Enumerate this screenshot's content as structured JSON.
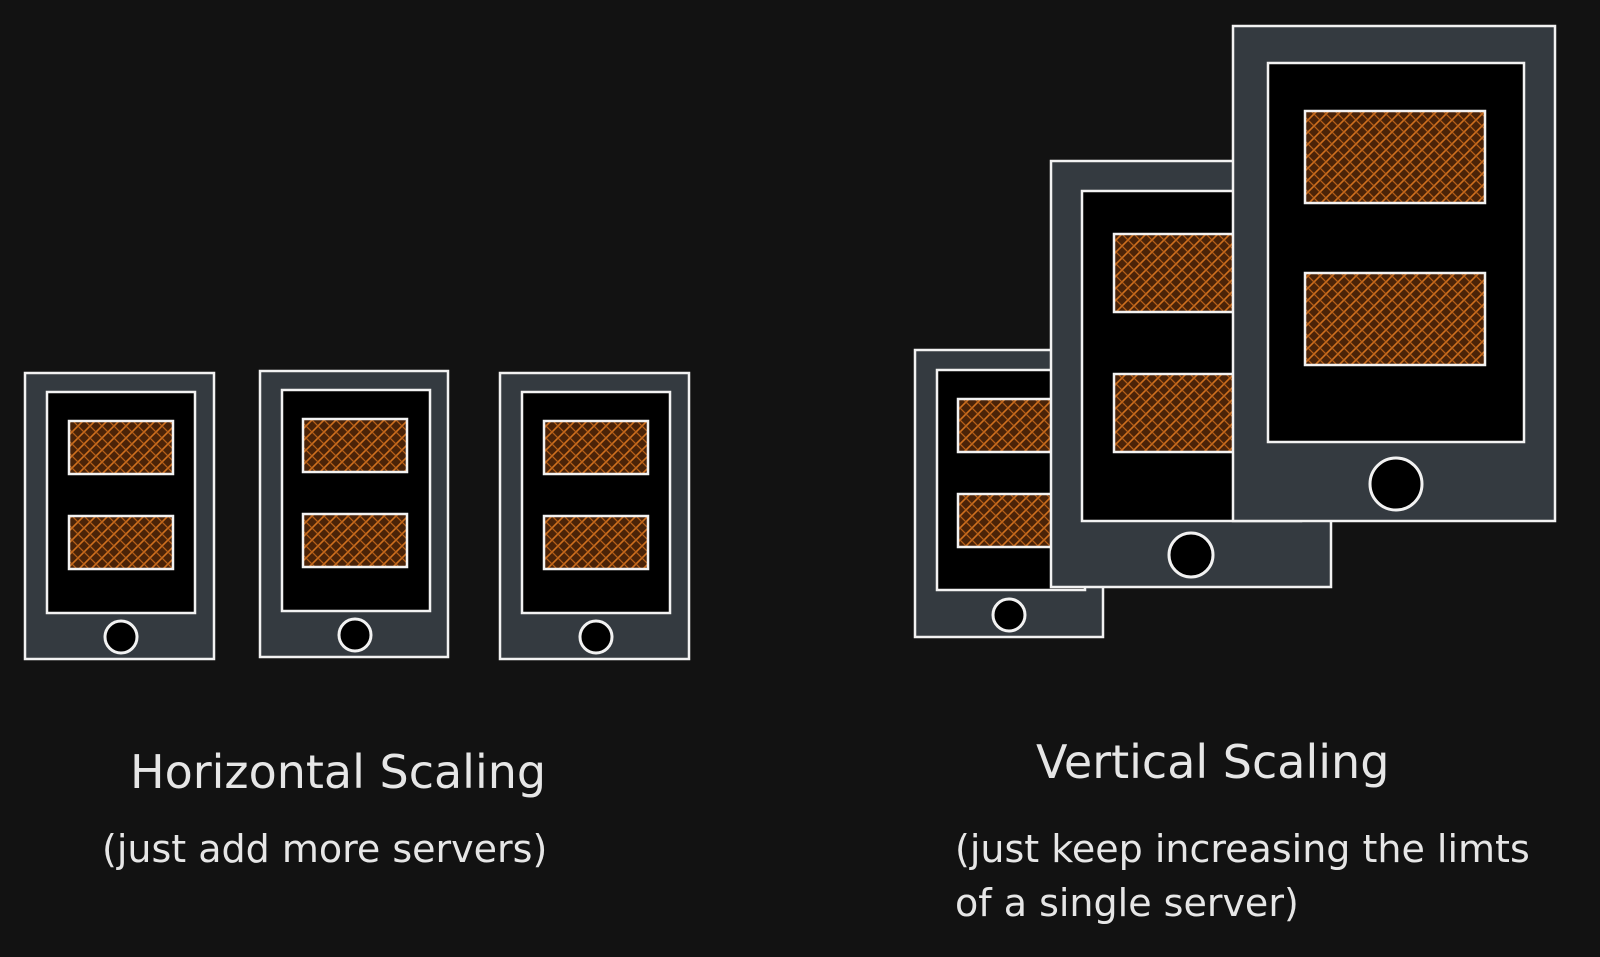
{
  "horizontal": {
    "title": "Horizontal Scaling",
    "subtitle": "(just add more servers)"
  },
  "vertical": {
    "title": "Vertical Scaling",
    "subtitle_line1": "(just keep increasing the limts",
    "subtitle_line2": "of a single server)"
  },
  "colors": {
    "background": "#121212",
    "device_body": "#343a40",
    "outline": "#f2f2f2",
    "screen": "#000000",
    "hatch": "#c0651a",
    "text": "#e6e6e6"
  }
}
